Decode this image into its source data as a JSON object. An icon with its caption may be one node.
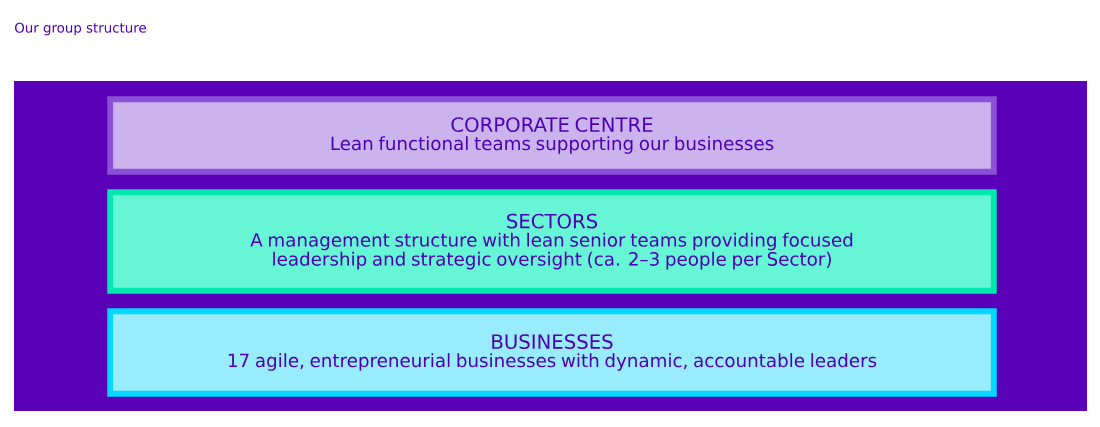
{
  "diagram": {
    "title": "Our group structure",
    "nodes": [
      {
        "text": [],
        "shape": "box"
      },
      {
        "text": [
          "CORPORATE CENTRE",
          "Lean functional teams supporting our businesses"
        ],
        "in": 0
      },
      {
        "text": [
          "SECTORS",
          "A management structure with lean senior teams providing focused leadership and strategic oversight (ca. 2–3 people per Sector)"
        ],
        "in": 0
      },
      {
        "text": [
          "BUSINESSES",
          "17 agile, entrepreneurial businesses with dynamic, accountable leaders"
        ],
        "in": 0
      }
    ],
    "edges": []
  }
}
